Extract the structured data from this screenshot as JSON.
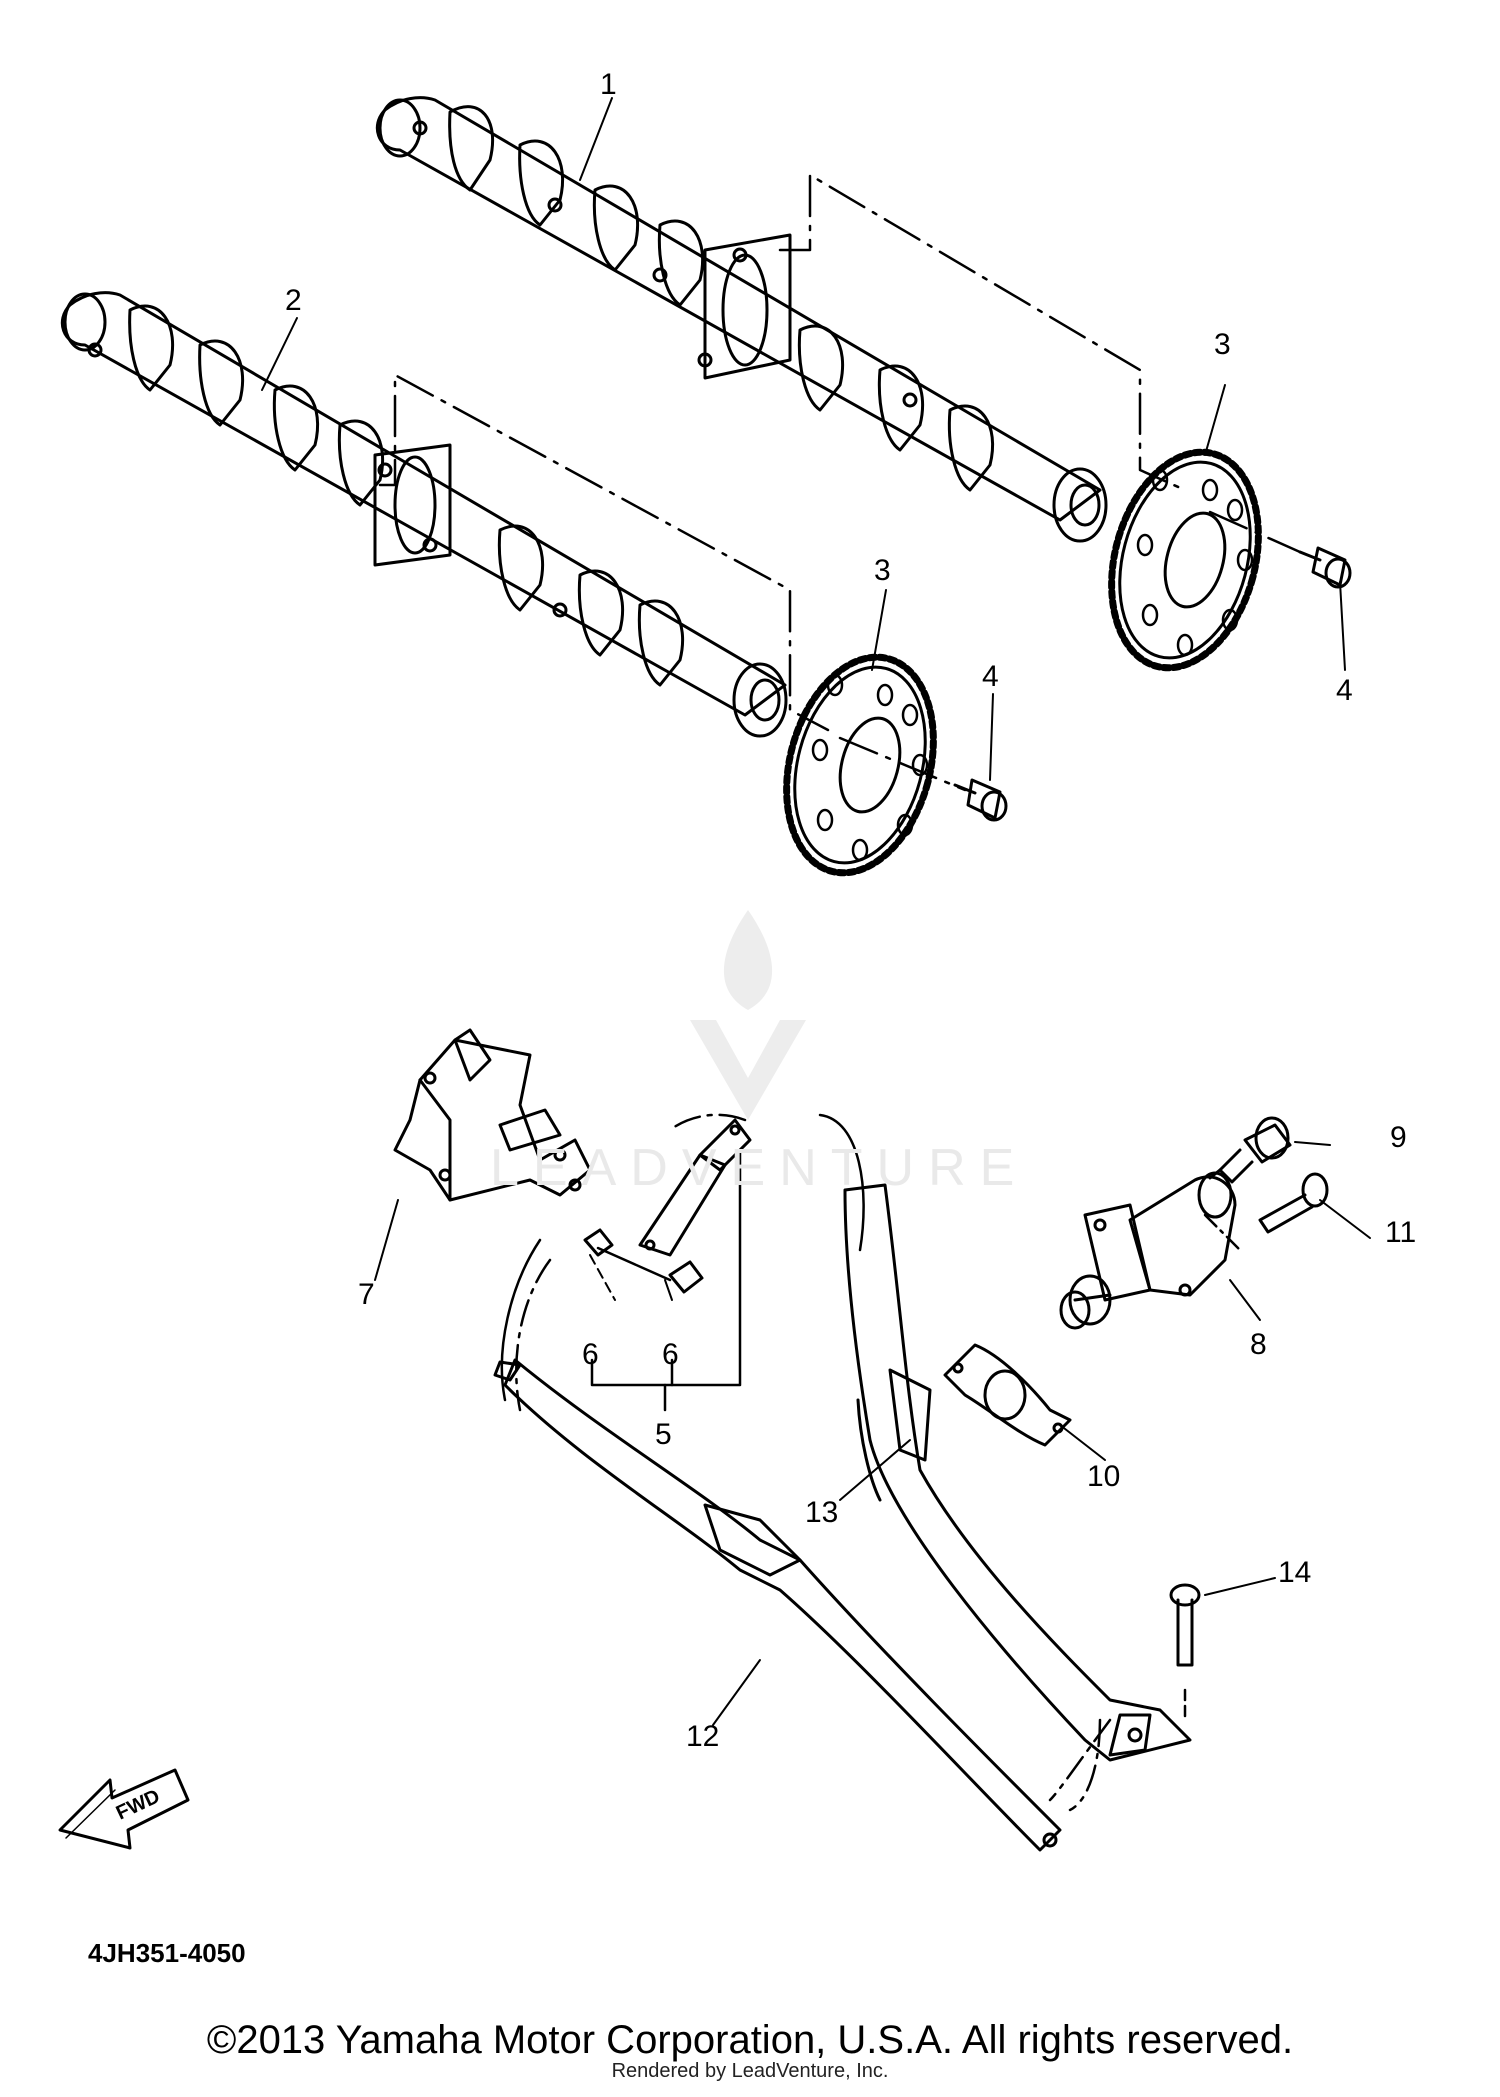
{
  "callouts": {
    "c1": "1",
    "c2": "2",
    "c3a": "3",
    "c3b": "3",
    "c4a": "4",
    "c4b": "4",
    "c5": "5",
    "c6a": "6",
    "c6b": "6",
    "c7": "7",
    "c8": "8",
    "c9": "9",
    "c10": "10",
    "c11": "11",
    "c12": "12",
    "c13": "13",
    "c14": "14"
  },
  "fwd_arrow_label": "FWD",
  "diagram_code": "4JH351-4050",
  "watermark": "LEADVENTURE",
  "copyright": "©2013 Yamaha Motor Corporation, U.S.A. All rights reserved.",
  "rendered_by": "Rendered by LeadVenture, Inc."
}
